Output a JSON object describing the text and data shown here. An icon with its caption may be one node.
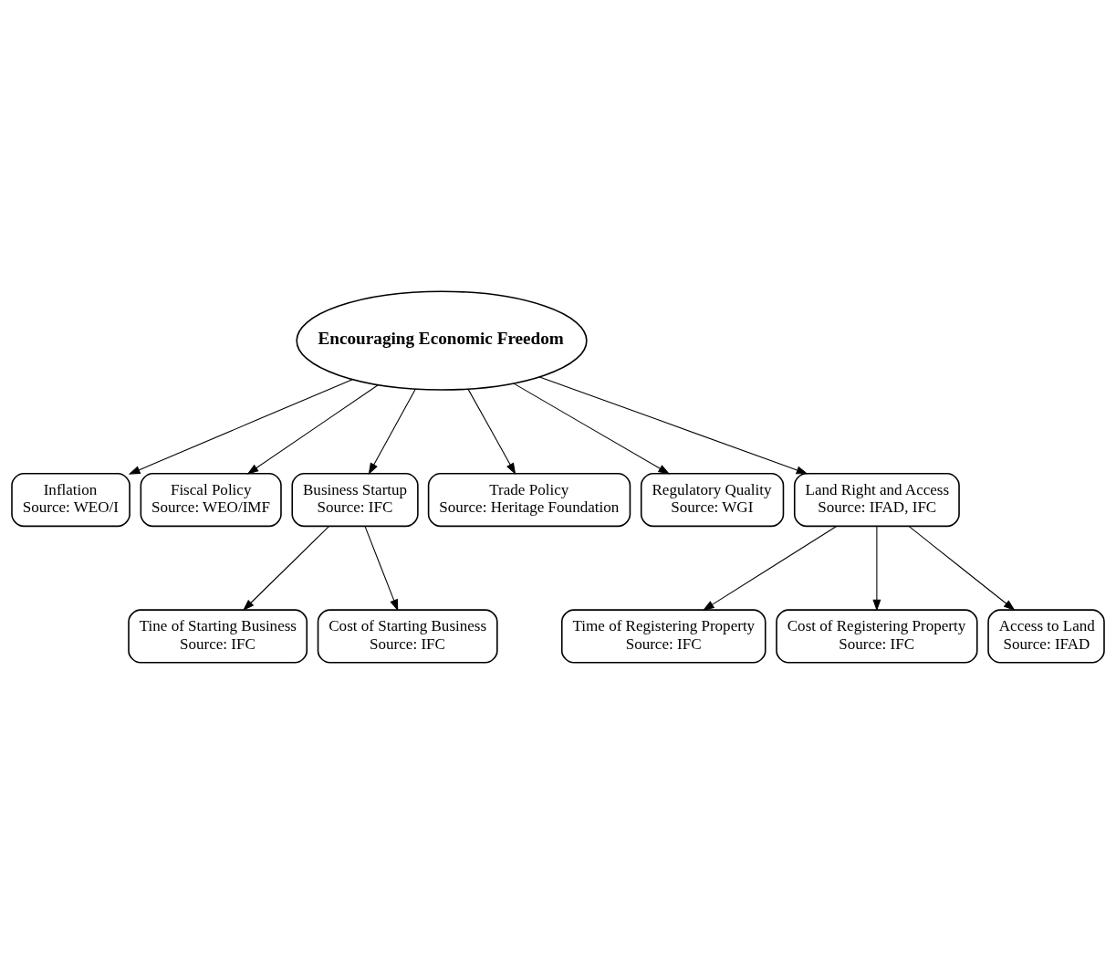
{
  "diagram": {
    "nodes": [
      {
        "text": [
          "Encouraging Economic Freedom"
        ]
      },
      {
        "text": [
          "Inflation",
          "Source: WEO/I"
        ]
      },
      {
        "text": [
          "Fiscal Policy",
          "Source: WEO/IMF"
        ]
      },
      {
        "text": [
          "Business Startup",
          "Source: IFC"
        ]
      },
      {
        "text": [
          "Trade Policy",
          "Source: Heritage Foundation"
        ]
      },
      {
        "text": [
          "Regulatory Quality",
          "Source: WGI"
        ]
      },
      {
        "text": [
          "Land Right and Access",
          "Source: IFAD, IFC"
        ]
      },
      {
        "text": [
          "Tine of Starting Business",
          "Source: IFC"
        ]
      },
      {
        "text": [
          "Cost of Starting Business",
          "Source: IFC"
        ]
      },
      {
        "text": [
          "Time of Registering Property",
          "Source: IFC"
        ]
      },
      {
        "text": [
          "Cost of Registering Property",
          "Source: IFC"
        ]
      },
      {
        "text": [
          "Access to Land",
          "Source: IFAD"
        ]
      }
    ],
    "edges": [
      {
        "from": 0,
        "to": 1,
        "arrow": "to"
      },
      {
        "from": 0,
        "to": 2,
        "arrow": "to"
      },
      {
        "from": 0,
        "to": 3,
        "arrow": "to"
      },
      {
        "from": 0,
        "to": 4,
        "arrow": "to"
      },
      {
        "from": 0,
        "to": 5,
        "arrow": "to"
      },
      {
        "from": 0,
        "to": 6,
        "arrow": "to"
      },
      {
        "from": 3,
        "to": 7,
        "arrow": "to"
      },
      {
        "from": 3,
        "to": 8,
        "arrow": "to"
      },
      {
        "from": 6,
        "to": 9,
        "arrow": "to"
      },
      {
        "from": 6,
        "to": 10,
        "arrow": "to"
      },
      {
        "from": 6,
        "to": 11,
        "arrow": "to"
      }
    ]
  }
}
